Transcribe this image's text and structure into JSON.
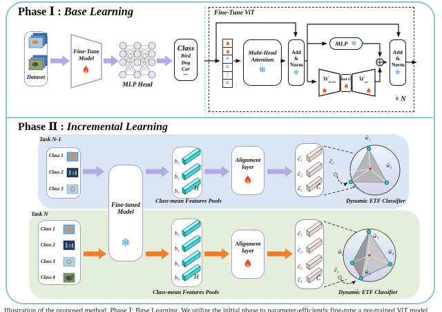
{
  "colors": {
    "frame_teal": "#8ac6cf",
    "panel_blue": "#dbe6f5",
    "panel_green": "#e4eedb",
    "arrow_purple": "#b2aae3",
    "arrow_orange": "#f07f2d",
    "box_border_purple": "#a39fdd",
    "bar_cyan": "#3ed3d8",
    "bar_pink": "#e9d3cb",
    "flame_red": "#e8432e",
    "snowflake_blue": "#3f9bea",
    "etf_vertex_teal": "#25c1cb"
  },
  "icons": {
    "snowflake": "❄",
    "vertical_dots": "⋮"
  },
  "phase1": {
    "title": {
      "prefix": "Phase Ⅰ :",
      "emph": "Base Learning"
    },
    "dataset_label": "Dataset",
    "finetune_model_label": "Fine-Tune Model",
    "mlp_head_label": "MLP Head",
    "class_box": {
      "title": "Class",
      "items": [
        "Bird",
        "Dog",
        "Car",
        "..."
      ]
    },
    "vit": {
      "title": "Fine-Tune ViT",
      "mha_label": "Multi-Head Attention",
      "add_norm_1": "Add & Norm",
      "add_norm_2": "Add & Norm",
      "mlp_label": "MLP",
      "w_down": {
        "base": "W",
        "sub": "down"
      },
      "relu_label": "ReLU",
      "w_up": {
        "base": "W",
        "sub": "up"
      },
      "repeat_label": "× N"
    }
  },
  "phase2": {
    "title": {
      "prefix": "Phase Ⅱ :",
      "emph": "Incremental Learning"
    },
    "finetuned_model_label": "Fine-tuned Model",
    "task_n1": {
      "name": "Task N-1",
      "classes": [
        "Class 1",
        "Class 2",
        "Class 3"
      ],
      "pool": {
        "features": [
          "h₁",
          "h₂",
          "h₃"
        ],
        "set_label": "H",
        "caption": "Class-mean Features Pools"
      },
      "alignment_label": "Alignment layer",
      "prototypes": {
        "items": [
          "ĉ₁",
          "ĉ₂",
          "ĉ₃"
        ],
        "set_label": "Ĉ"
      },
      "etf": {
        "caption": "Dynamic ETF Classifier",
        "vertices": [
          "ŵ₁",
          "ŵ₂",
          "ŵ₃"
        ],
        "new_class": "ĉ₂"
      }
    },
    "task_n": {
      "name": "Task N",
      "classes": [
        "Class 1",
        "Class 2",
        "Class 3",
        "Class 4"
      ],
      "pool": {
        "features": [
          "h₁",
          "h₂",
          "h₃",
          "h₄"
        ],
        "set_label": "H",
        "caption": "Class-mean Features Pools"
      },
      "alignment_label": "Alignment layer",
      "prototypes": {
        "items": [
          "ĉ₁",
          "ĉ₂",
          "ĉ₃",
          "ĉ₄"
        ],
        "set_label": "Ĉ"
      },
      "etf": {
        "caption": "Dynamic ETF Classifier",
        "vertices": [
          "ŵ₁",
          "ŵ₂",
          "ŵ₃",
          "ŵ₄"
        ],
        "new_class": "ĉ₃"
      }
    }
  },
  "caption_clipped": "Illustration of the proposed method. Phase Ⅰ: Base Learning. We utilize the initial phase to parameter-efficiently fine-tune a pre-trained ViT model"
}
